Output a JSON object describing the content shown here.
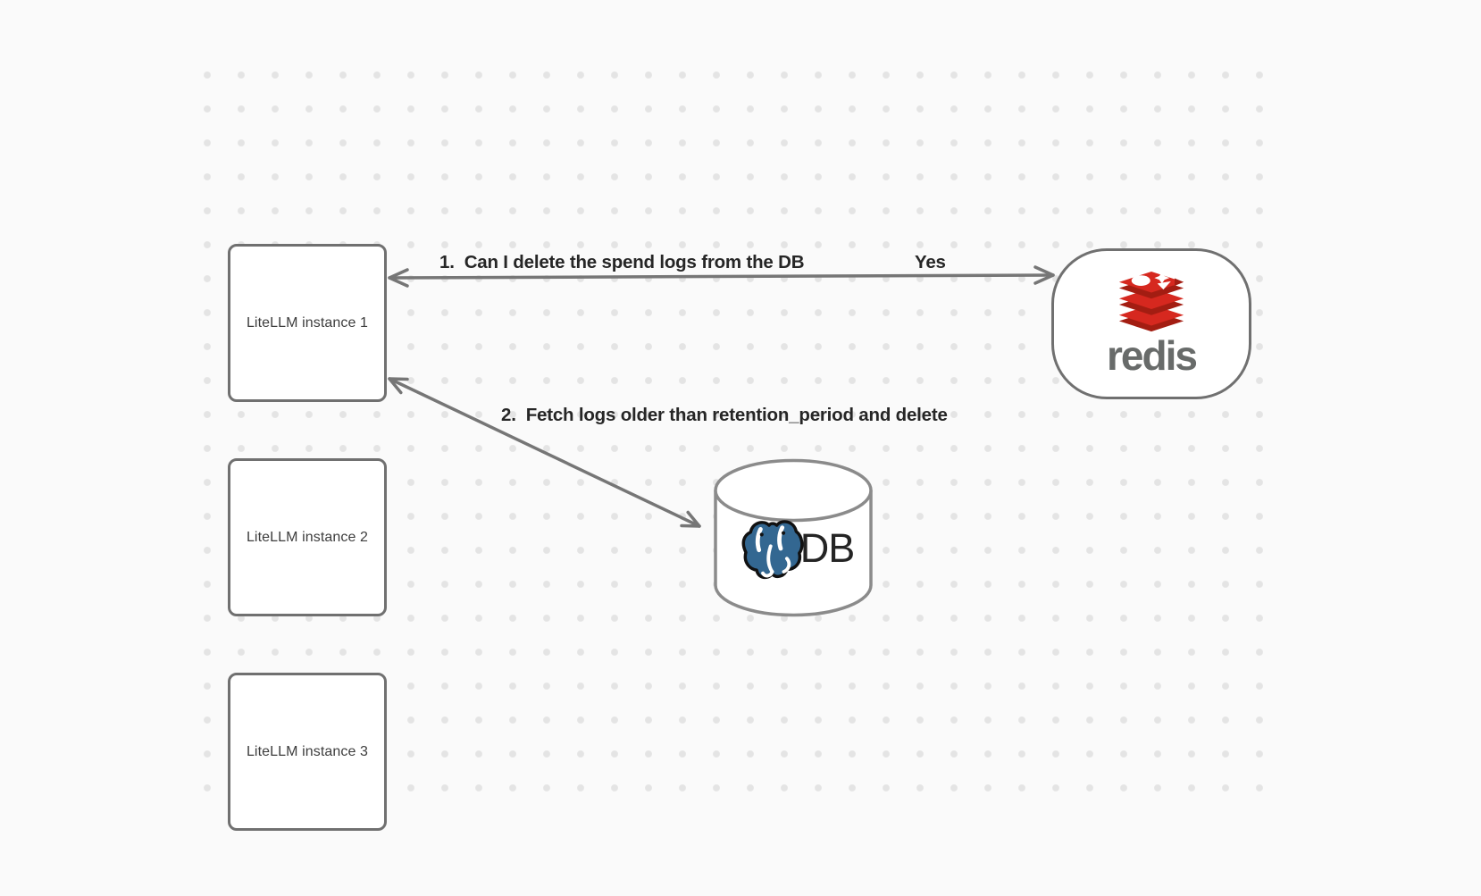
{
  "diagram": {
    "nodes": {
      "instance1": {
        "label": "LiteLLM instance 1"
      },
      "instance2": {
        "label": "LiteLLM instance 2"
      },
      "instance3": {
        "label": "LiteLLM instance 3"
      },
      "redis": {
        "wordmark": "redis"
      },
      "db": {
        "label": "DB"
      }
    },
    "edges": {
      "redis_query": {
        "label": "1.  Can I delete the spend logs from the DB",
        "answer": "Yes"
      },
      "db_fetch": {
        "label": "2.  Fetch logs older than retention_period and delete"
      }
    },
    "colors": {
      "background": "#fafafa",
      "grid_dot": "#e4e4e4",
      "node_border": "#707070",
      "arrow": "#767676",
      "cylinder_border": "#8b8b8b",
      "edge_label_text": "#262626",
      "node_label_text": "#3d3d3d",
      "redis_red": "#d6281f",
      "redis_dark_red": "#a31d12",
      "redis_wordmark_gray": "#686b6a",
      "postgres_blue": "#336791",
      "db_text": "#242424"
    }
  }
}
